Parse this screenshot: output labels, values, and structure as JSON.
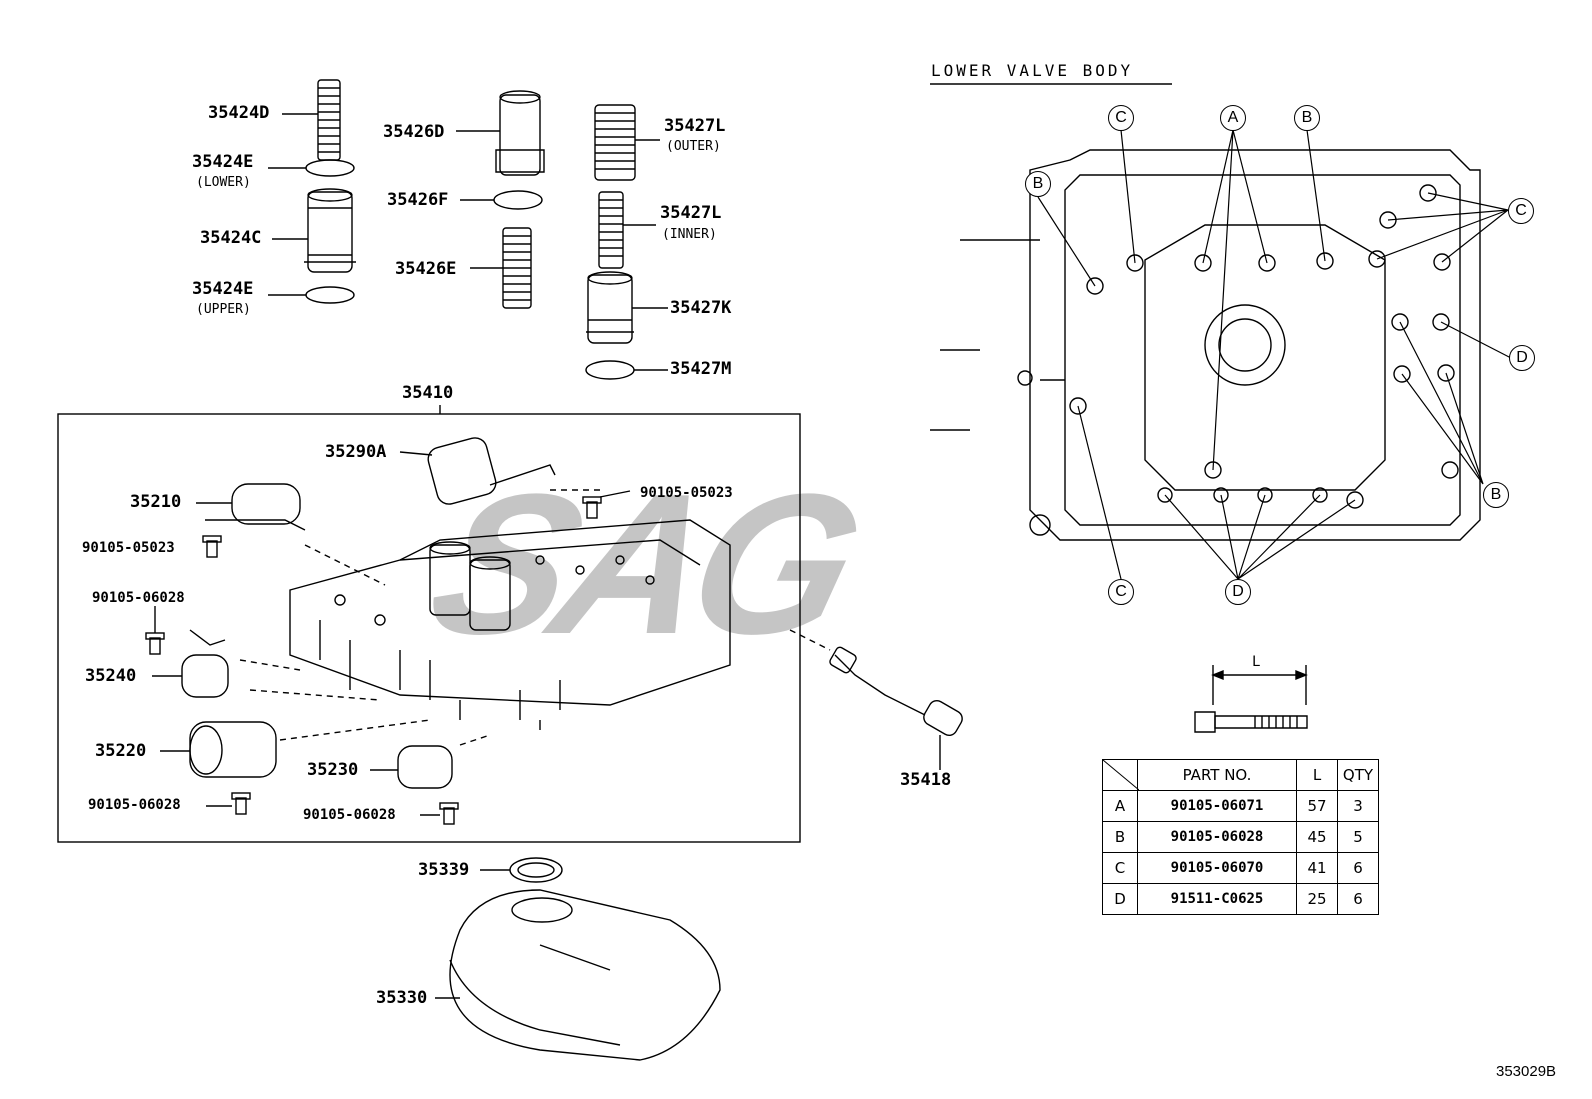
{
  "lower_section_title": "LOWER VALVE BODY",
  "diagram_id": "353029B",
  "parts": {
    "p35424D": "35424D",
    "p35424E_lower": "35424E",
    "p35424E_lower_note": "(LOWER)",
    "p35424C": "35424C",
    "p35424E_upper": "35424E",
    "p35424E_upper_note": "(UPPER)",
    "p35426D": "35426D",
    "p35426F": "35426F",
    "p35426E": "35426E",
    "p35427L_outer": "35427L",
    "p35427L_outer_note": "(OUTER)",
    "p35427L_inner": "35427L",
    "p35427L_inner_note": "(INNER)",
    "p35427K": "35427K",
    "p35427M": "35427M",
    "p35410": "35410",
    "p35290A": "35290A",
    "p35210": "35210",
    "bolt1": "90105-05023",
    "bolt2": "90105-05023",
    "bolt3": "90105-06028",
    "p35240": "35240",
    "p35220": "35220",
    "bolt4": "90105-06028",
    "p35230": "35230",
    "bolt5": "90105-06028",
    "p35418": "35418",
    "p35339": "35339",
    "p35330": "35330"
  },
  "callouts": [
    "A",
    "B",
    "C",
    "D"
  ],
  "bolt_dimension_label": "L",
  "spec_table": {
    "headers": [
      "",
      "PART NO.",
      "L",
      "QTY"
    ],
    "rows": [
      {
        "key": "A",
        "part_no": "90105-06071",
        "l": "57",
        "qty": "3"
      },
      {
        "key": "B",
        "part_no": "90105-06028",
        "l": "45",
        "qty": "5"
      },
      {
        "key": "C",
        "part_no": "90105-06070",
        "l": "41",
        "qty": "6"
      },
      {
        "key": "D",
        "part_no": "91511-C0625",
        "l": "25",
        "qty": "6"
      }
    ]
  },
  "watermark_text": "SAG"
}
